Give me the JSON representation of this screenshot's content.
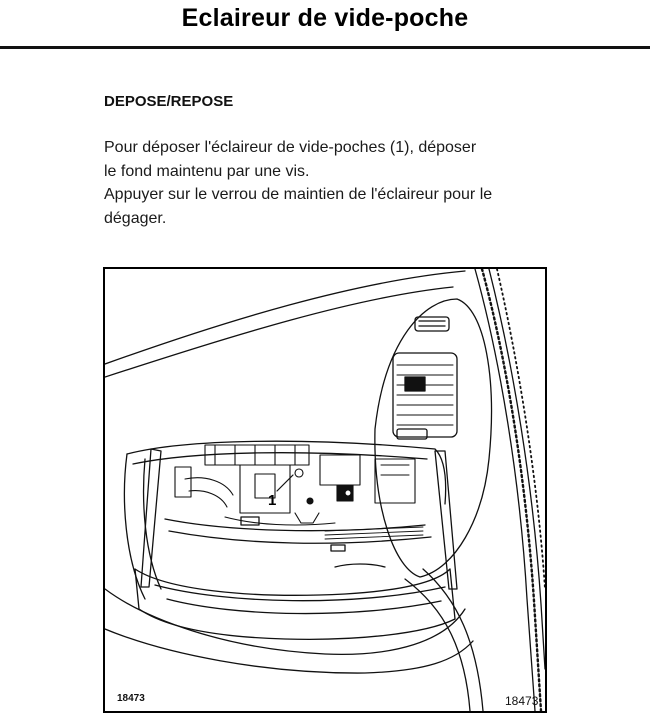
{
  "page": {
    "title": "Eclaireur de vide-poche"
  },
  "section": {
    "heading": "DEPOSE/REPOSE",
    "paragraph_lines": [
      "Pour déposer l'éclaireur de vide-poches (1), déposer",
      "le fond maintenu par une vis.",
      "Appuyer sur le verrou de maintien de l'éclaireur pour le",
      "dégager."
    ]
  },
  "figure": {
    "callout_label": "1",
    "reference_left": "18473",
    "reference_right": "18473"
  }
}
